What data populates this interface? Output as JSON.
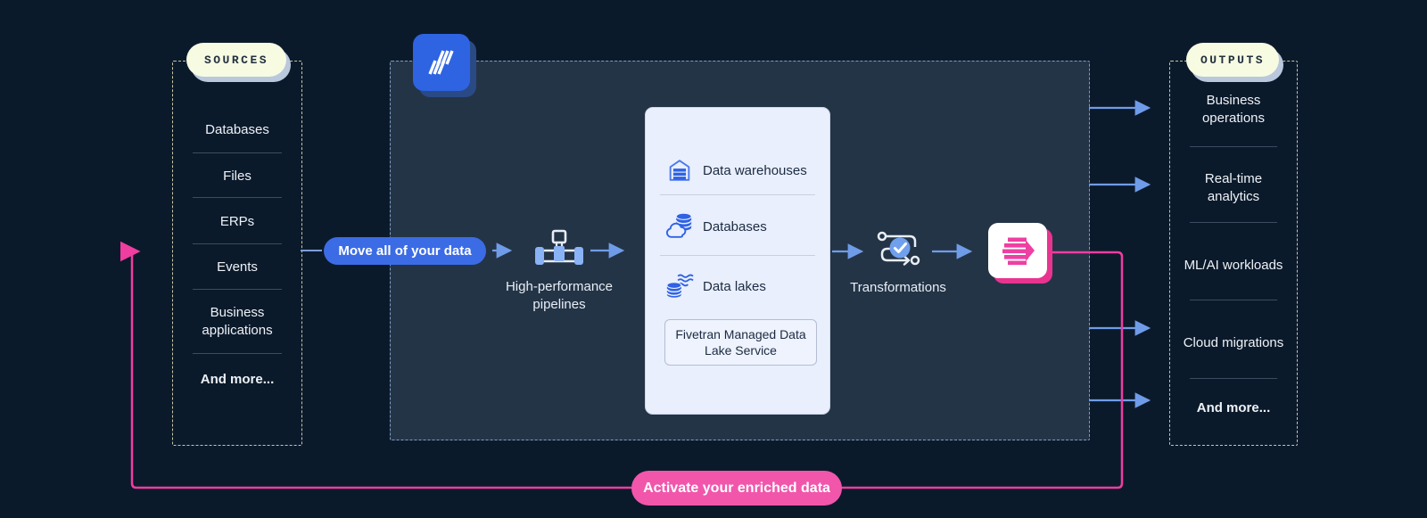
{
  "sources": {
    "label": "SOURCES",
    "items": [
      "Databases",
      "Files",
      "ERPs",
      "Events",
      "Business applications",
      "And more..."
    ]
  },
  "pipeline": {
    "move_pill": "Move all of your data",
    "pipelines_label": "High-performance pipelines",
    "transformations_label": "Transformations"
  },
  "panel": {
    "rows": [
      {
        "icon": "warehouse-icon",
        "label": "Data warehouses"
      },
      {
        "icon": "cloud-database-icon",
        "label": "Databases"
      },
      {
        "icon": "data-lake-icon",
        "label": "Data lakes"
      }
    ],
    "managed_service": "Fivetran Managed Data Lake Service"
  },
  "outputs": {
    "label": "OUTPUTS",
    "items": [
      "Business operations",
      "Real-time analytics",
      "ML/AI workloads",
      "Cloud migrations",
      "And more..."
    ]
  },
  "activate": {
    "pill": "Activate your enriched data"
  },
  "icons": {
    "logo": "fivetran-logo",
    "pipelines": "pipes-icon",
    "transformations": "transformations-icon",
    "destination": "destination-speed-icon"
  },
  "colors": {
    "background": "#0b1a2b",
    "central_box": "#243447",
    "accent_blue": "#3b6ce6",
    "arrow_blue": "#6f9ce8",
    "accent_pink": "#f03da0",
    "cream": "#f7fbe2",
    "panel_bg": "#e9effc"
  }
}
